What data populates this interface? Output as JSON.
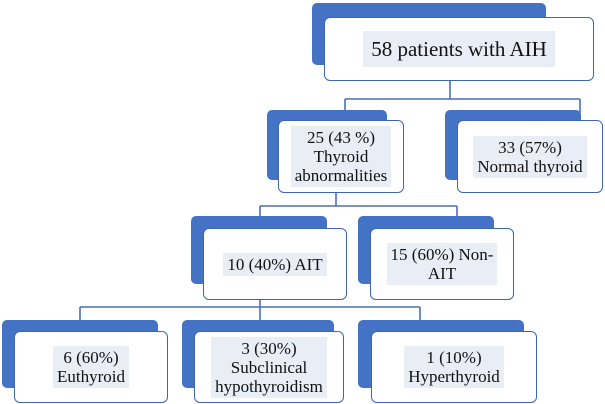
{
  "diagram": {
    "root": {
      "label": "58 patients with AIH"
    },
    "level1": {
      "abnormal": "25 (43 %)\nThyroid\nabnormalities",
      "normal": "33 (57%)\nNormal thyroid"
    },
    "level2": {
      "ait": "10 (40%) AIT",
      "non_ait": "15 (60%) Non-\nAIT"
    },
    "level3": {
      "euthyroid": "6 (60%)\nEuthyroid",
      "subclinical": "3 (30%)\nSubclinical\nhypothyroidism",
      "hyperthyroid": "1 (10%)\nHyperthyroid"
    },
    "colors": {
      "accent": "#4472c4",
      "border": "#3f65b0",
      "text_background": "#e8edf6"
    }
  }
}
